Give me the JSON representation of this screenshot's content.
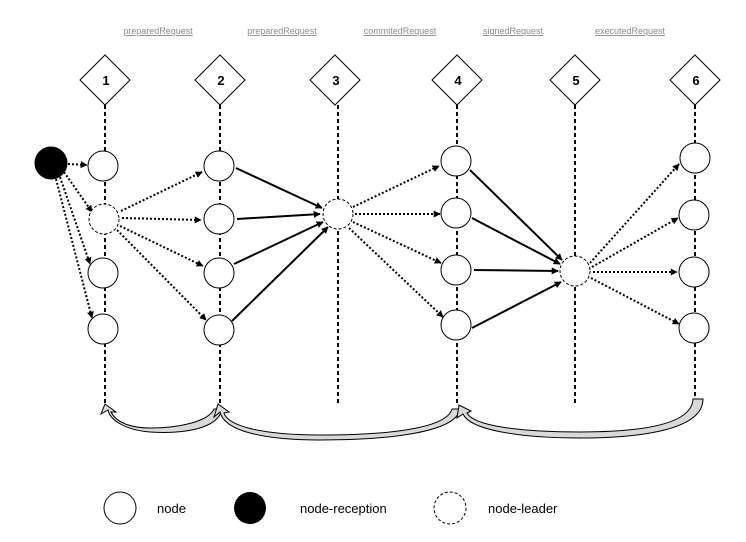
{
  "phases": [
    {
      "step": "1",
      "label": "preparedRequest"
    },
    {
      "step": "2",
      "label": "preparedRequest"
    },
    {
      "step": "3",
      "label": "commitedRequest"
    },
    {
      "step": "4",
      "label": "signedRequest"
    },
    {
      "step": "5",
      "label": "executedRequest"
    },
    {
      "step": "6",
      "label": ""
    }
  ],
  "legend": {
    "node": "node",
    "reception": "node-reception",
    "leader": "node-leader"
  },
  "colors": {
    "line": "#000000",
    "node_fill": "#ffffff",
    "reception_fill": "#000000",
    "loop_arrow_fill": "#d9d9d9"
  }
}
